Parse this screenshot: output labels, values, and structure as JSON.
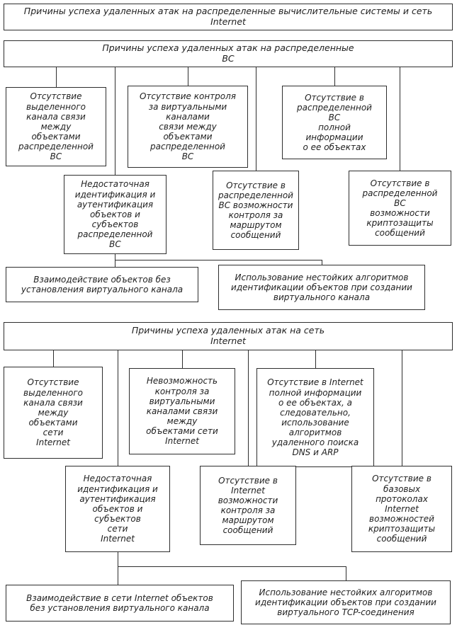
{
  "colors": {
    "ink": "#2e2e2e",
    "background": "#ffffff"
  },
  "main_title": "Причины успеха удаленных атак на распределенные вычислительные системы и сеть\nInternet",
  "sections": {
    "vs": {
      "title": "Причины успеха удаленных атак на распределенные\nВС",
      "no_dedicated_channel": "Отсутствие\nвыделенного\nканала связи\nмежду\nобъектами\nраспределенной\nВС",
      "no_virtual_channel_control": "Отсутствие контроля\nза виртуальными\nканалами\nсвязи между\nобъектами\nраспределенной\nВС",
      "no_full_info": "Отсутствие в\nраспределенной\nВС\nполной\nинформации\nо ее объектах",
      "weak_identification": "Недостаточная\nидентификация и\nаутентификация\nобъектов и\nсубъектов\nраспределенной\nВС",
      "no_route_control": "Отсутствие в\nраспределенной\nВС возможности\nконтроля за\nмаршрутом\nсообщений",
      "no_crypto_protection": "Отсутствие в\nраспределенной\nВС\nвозможности\nкриптозащиты\nсообщений",
      "interaction_without_virtual_channel": "Взаимодействие объектов без\nустановления виртуального канала",
      "weak_identification_algorithms": "Использование нестойких алгоритмов\nидентификации объектов при создании\nвиртуального канала"
    },
    "internet": {
      "title": "Причины успеха удаленных атак на сеть\nInternet",
      "no_dedicated_channel": "Отсутствие\nвыделенного\nканала связи\nмежду\nобъектами\nсети\nInternet",
      "no_virtual_channel_control": "Невозможность\nконтроля за\nвиртуальными\nканалами связи\nмежду\nобъектами сети\nInternet",
      "no_full_info": "Отсутствие в Internet\nполной информации\nо ее объектах, а\nследовательно,\nиспользование\nалгоритмов\nудаленного поиска\nDNS и ARP",
      "weak_identification": "Недостаточная\nидентификация и\nаутентификация\nобъектов и\nсубъектов\nсети\nInternet",
      "no_route_control": "Отсутствие в\nInternet\nвозможности\nконтроля за\nмаршрутом\nсообщений",
      "no_crypto_protection": "Отсутствие в\nбазовых\nпротоколах\nInternet\nвозможностей\nкриптозащиты\nсообщений",
      "interaction_without_virtual_channel": "Взаимодействие в сети Internet объектов\nбез установления виртуального канала",
      "weak_identification_algorithms": "Использование нестойких алгоритмов\nидентификации объектов при создании\nвиртуального TCP-соединения"
    }
  }
}
